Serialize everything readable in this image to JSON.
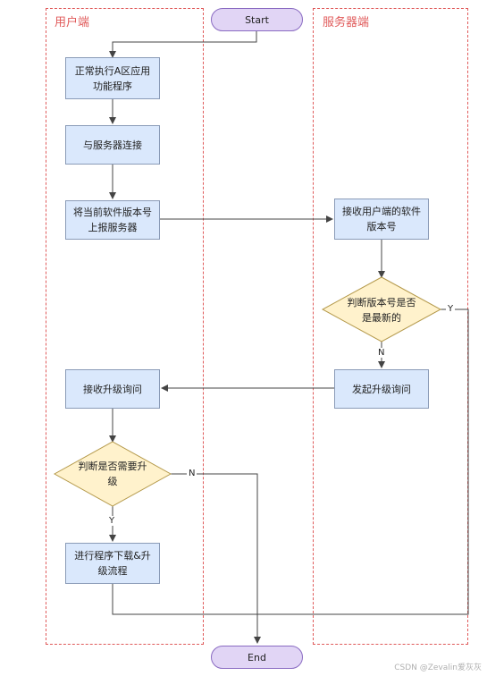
{
  "lanes": {
    "client": "用户端",
    "server": "服务器端"
  },
  "nodes": {
    "start": "Start",
    "end": "End",
    "run_app": "正常执行A区应用功能程序",
    "connect": "与服务器连接",
    "report_version": "将当前软件版本号上报服务器",
    "receive_version": "接收用户端的软件版本号",
    "judge_latest": "判断版本号是否是最新的",
    "send_inquiry": "发起升级询问",
    "receive_inquiry": "接收升级询问",
    "judge_need": "判断是否需要升级",
    "download": "进行程序下载&升级流程"
  },
  "edge_labels": {
    "latest_yes": "Y",
    "latest_no": "N",
    "need_no": "N",
    "need_yes": "Y"
  },
  "colors": {
    "lane_border": "#e05a5a",
    "process_fill": "#dae8fc",
    "decision_fill": "#fff2cc",
    "terminal_fill": "#e1d5f5"
  },
  "watermark": "CSDN @Zevalin爱灰灰"
}
